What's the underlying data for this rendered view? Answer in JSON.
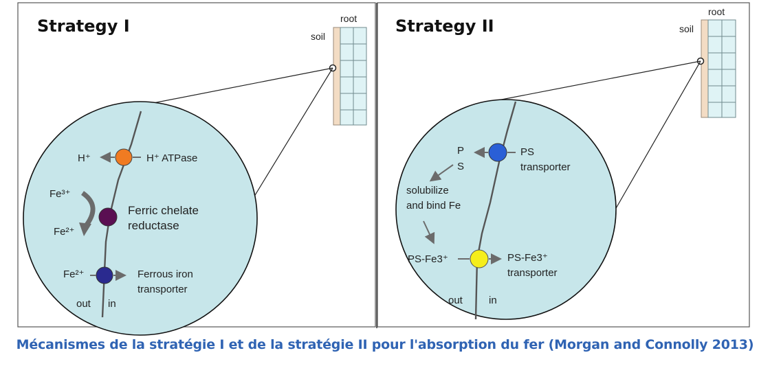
{
  "caption": "Mécanismes de la stratégie I et de la stratégie II pour l'absorption du fer (Morgan and Connolly 2013)",
  "colors": {
    "background_circle": "#c7e6ea",
    "root_cells": "#dff3f5",
    "soil_strip": "#f3dcc4",
    "h_atpase": "#f07b22",
    "ferric_reductase": "#5a0f52",
    "ferrous_transporter": "#2a2a8f",
    "ps_transporter": "#2a5fd6",
    "ps_fe3_transporter": "#f5ee1c",
    "caption": "#2f63b3"
  },
  "panel_left": {
    "title": "Strategy I",
    "inset_root": "root",
    "inset_soil": "soil",
    "h_plus": "H⁺",
    "h_atpase": "H⁺ ATPase",
    "fe3": "Fe³⁺",
    "fe2": "Fe²⁺",
    "ferric_line1": "Ferric chelate",
    "ferric_line2": "reductase",
    "fe2_in": "Fe²⁺",
    "ferrous_line1": "Ferrous iron",
    "ferrous_line2": "transporter",
    "out": "out",
    "in": "in"
  },
  "panel_right": {
    "title": "Strategy II",
    "inset_root": "root",
    "inset_soil": "soil",
    "ps_p": "P",
    "ps_s": "S",
    "ps_transporter_line1": "PS",
    "ps_transporter_line2": "transporter",
    "solubilize_line1": "solubilize",
    "solubilize_line2": "and bind Fe",
    "ps_fe3_left": "PS-Fe3⁺",
    "ps_fe3_right_line1": "PS-Fe3⁺",
    "ps_fe3_right_line2": "transporter",
    "out": "out",
    "in": "in"
  }
}
